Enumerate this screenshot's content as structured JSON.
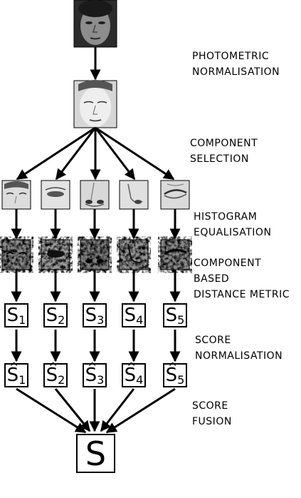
{
  "labels": {
    "photometric_1": "PHOTOMETRIC",
    "photometric_2": "NORMALISATION",
    "component_1": "COMPONENT",
    "component_2": "SELECTION",
    "histogram_1": "HISTOGRAM",
    "histogram_2": "EQUALISATION",
    "distance_1": "COMPONENT",
    "distance_2": "BASED",
    "distance_3": "DISTANCE METRIC",
    "score_norm_1": "SCORE",
    "score_norm_2": "NORMALISATION",
    "fusion_1": "SCORE",
    "fusion_2": "FUSION"
  },
  "scores": {
    "symbol": "S",
    "subscripts": [
      "1",
      "2",
      "3",
      "4",
      "5"
    ],
    "hat": "^",
    "final": "S"
  },
  "components": [
    "eyes",
    "eye",
    "nose",
    "nose-side",
    "mouth"
  ]
}
